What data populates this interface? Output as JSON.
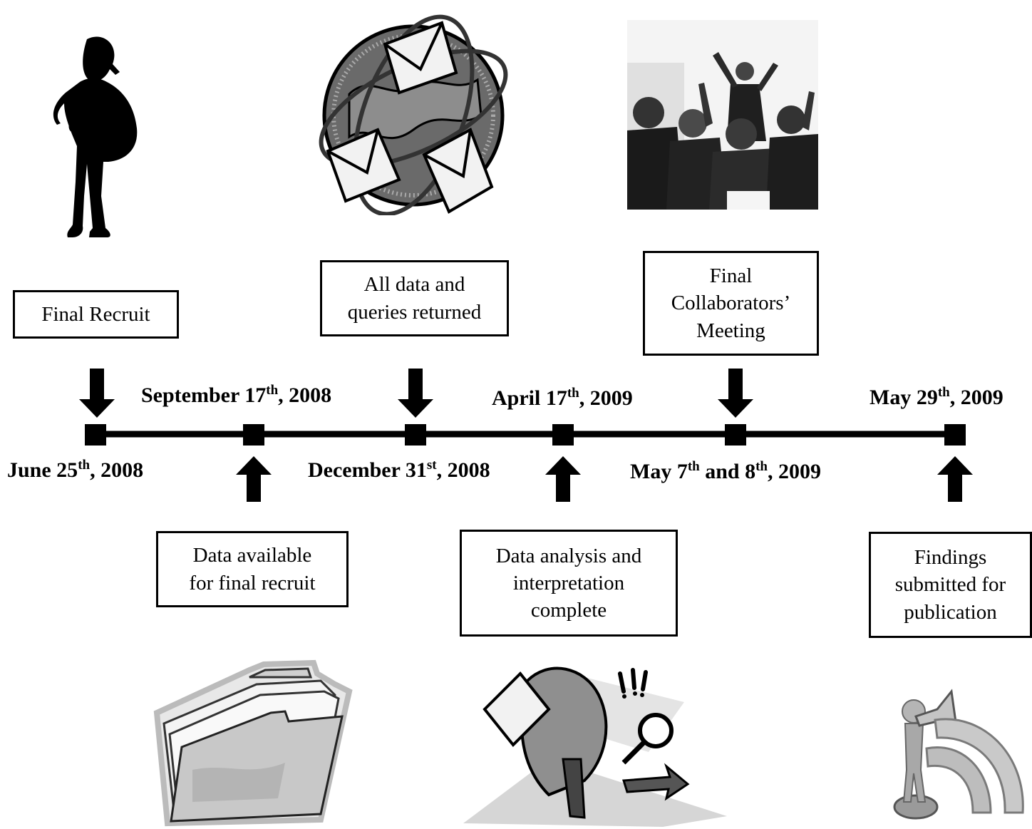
{
  "events": [
    {
      "label_lines": [
        "Final Recruit"
      ],
      "date": {
        "parts": [
          {
            "t": "June 25"
          },
          {
            "sup": "th"
          },
          {
            "t": ", 2008"
          }
        ]
      },
      "icon": "pregnant-woman-silhouette-icon"
    },
    {
      "label_lines": [
        "Data available",
        "for final recruit"
      ],
      "date": {
        "parts": [
          {
            "t": "September 17"
          },
          {
            "sup": "th"
          },
          {
            "t": ", 2008"
          }
        ]
      },
      "icon": "folder-icon"
    },
    {
      "label_lines": [
        "All data and",
        "queries returned"
      ],
      "date": {
        "parts": [
          {
            "t": "December 31"
          },
          {
            "sup": "st"
          },
          {
            "t": ", 2008"
          }
        ]
      },
      "icon": "globe-mail-icon"
    },
    {
      "label_lines": [
        "Data analysis and",
        "interpretation",
        "complete"
      ],
      "date": {
        "parts": [
          {
            "t": "April 17"
          },
          {
            "sup": "th"
          },
          {
            "t": ", 2009"
          }
        ]
      },
      "icon": "magnifying-glass-analyst-icon"
    },
    {
      "label_lines": [
        "Final",
        "Collaborators’",
        "Meeting"
      ],
      "date": {
        "parts": [
          {
            "t": "May 7"
          },
          {
            "sup": "th"
          },
          {
            "t": " and 8"
          },
          {
            "sup": "th"
          },
          {
            "t": ", 2009"
          }
        ]
      },
      "icon": "cheering-meeting-photo"
    },
    {
      "label_lines": [
        "Findings",
        "submitted for",
        "publication"
      ],
      "date": {
        "parts": [
          {
            "t": "May 29"
          },
          {
            "sup": "th"
          },
          {
            "t": ", 2009"
          }
        ]
      },
      "icon": "megaphone-broadcast-icon"
    }
  ]
}
